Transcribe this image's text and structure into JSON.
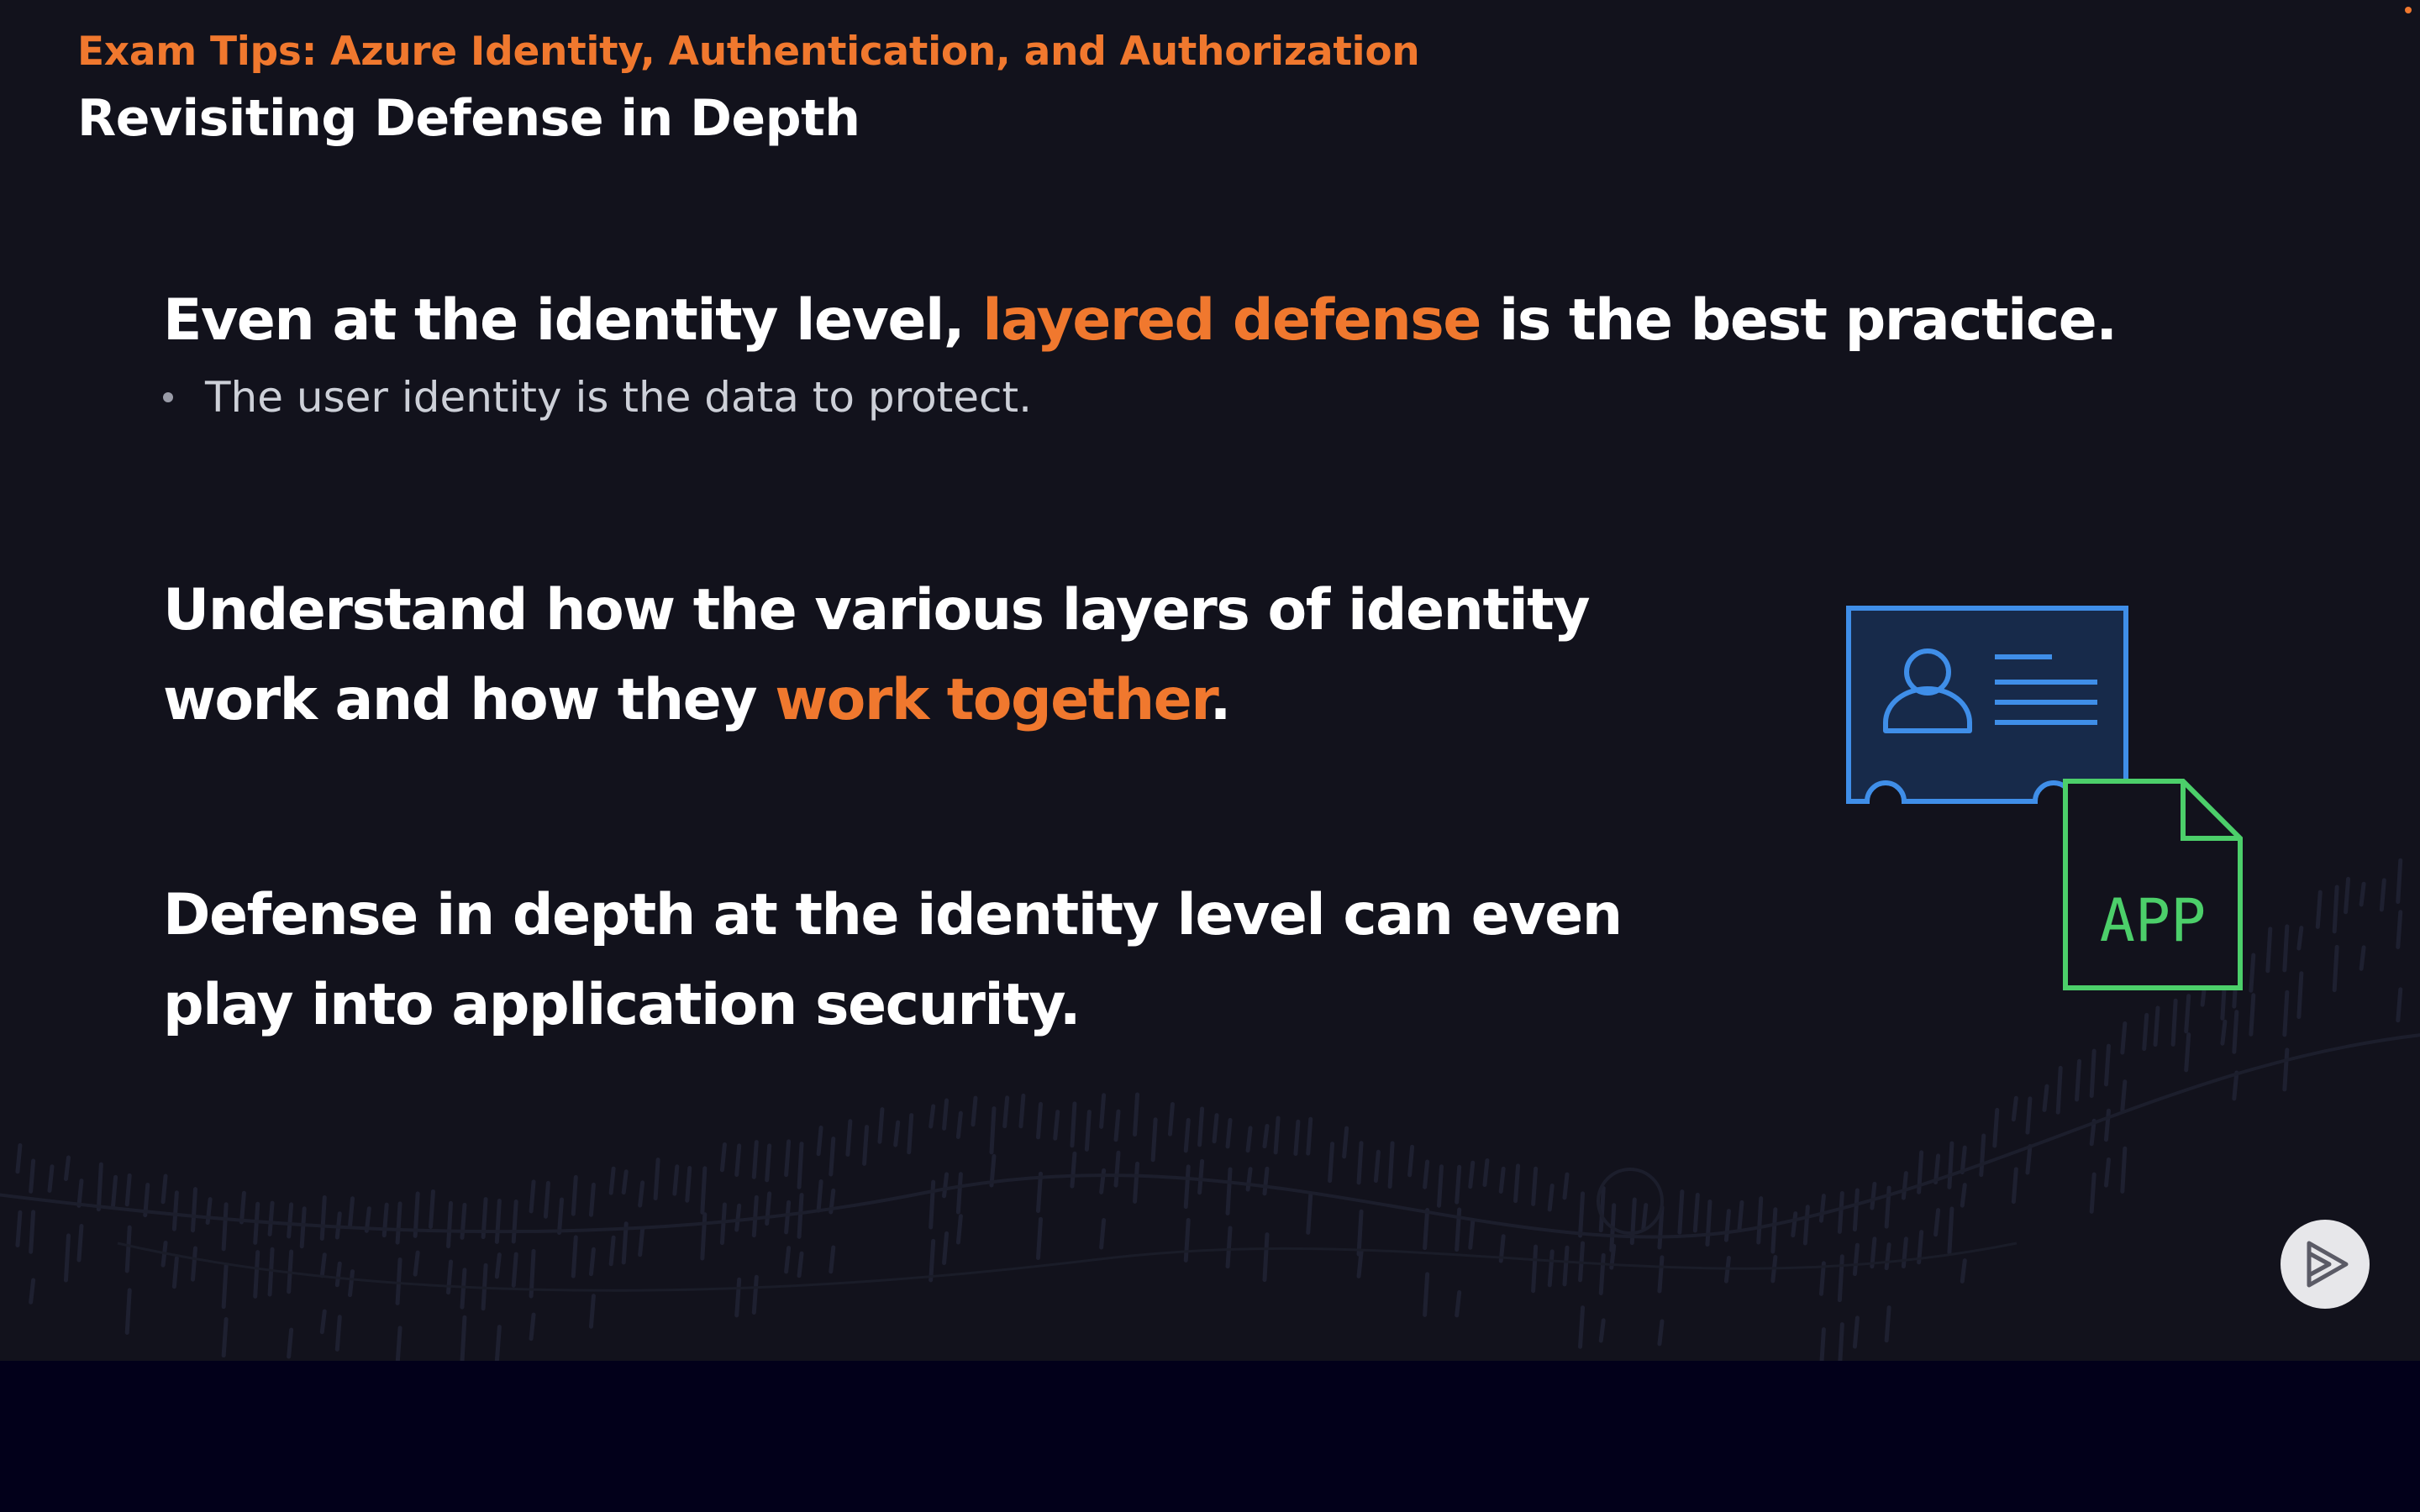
{
  "slide": {
    "kicker": "Exam Tips: Azure Identity, Authentication, and Authorization",
    "title": "Revisiting Defense in Depth"
  },
  "points": [
    {
      "before": "Even at the identity level, ",
      "highlight": "layered defense",
      "after": " is the best practice.",
      "sub_bullets": [
        "The user identity is the data to protect."
      ]
    },
    {
      "before": "Understand how the various layers of identity work and how they ",
      "highlight": "work together",
      "after": "."
    },
    {
      "text": "Defense in depth at the identity level can even play into application security."
    }
  ],
  "illustration": {
    "app_label": "APP",
    "icons": [
      "id-card-icon",
      "app-document-icon"
    ]
  },
  "player": {
    "icon": "play-logo-icon"
  },
  "colors": {
    "accent": "#f0782e",
    "background": "#12121c",
    "id_card_stroke": "#3f8ee8",
    "app_stroke": "#4ccf6a"
  }
}
